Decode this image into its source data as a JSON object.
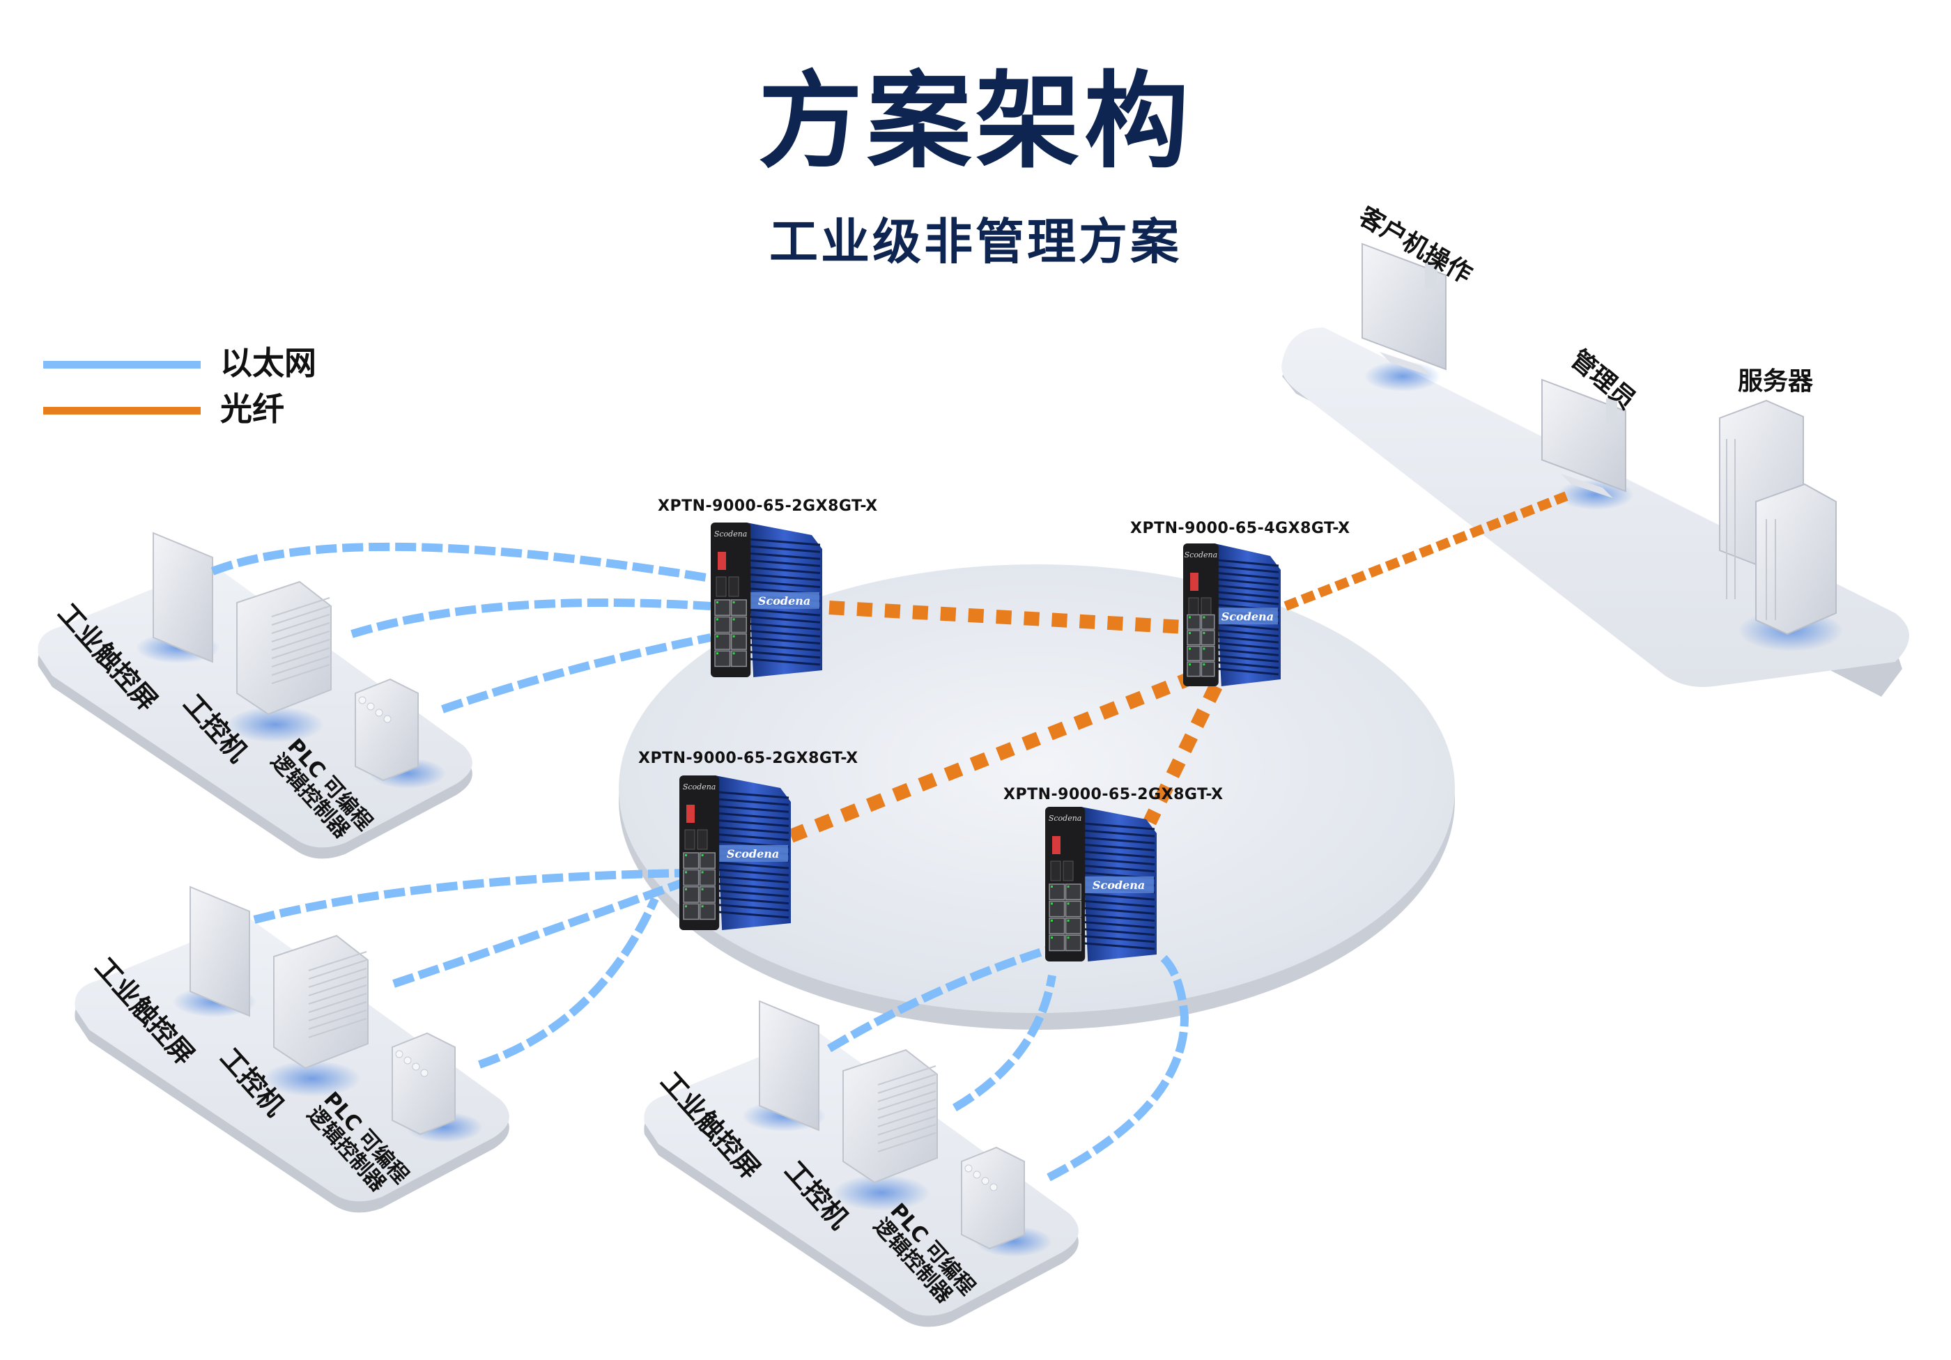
{
  "header": {
    "title": "方案架构",
    "subtitle": "工业级非管理方案"
  },
  "legend": {
    "items": [
      {
        "label": "以太网",
        "color": "#80bdfa",
        "type": "ethernet"
      },
      {
        "label": "光纤",
        "color": "#e87d1e",
        "type": "fiber"
      }
    ]
  },
  "colors": {
    "title": "#0d2550",
    "ethernet": "#80bdfa",
    "fiber": "#e87d1e",
    "switch_body": "#1f46a8",
    "switch_face": "#1c1c1e",
    "platform": "#e6eaf2"
  },
  "switches": [
    {
      "id": "sw1",
      "model": "XPTN-9000-65-2GX8GT-X",
      "brand": "Scodena"
    },
    {
      "id": "sw2",
      "model": "XPTN-9000-65-4GX8GT-X",
      "brand": "Scodena"
    },
    {
      "id": "sw3",
      "model": "XPTN-9000-65-2GX8GT-X",
      "brand": "Scodena"
    },
    {
      "id": "sw4",
      "model": "XPTN-9000-65-2GX8GT-X",
      "brand": "Scodena"
    }
  ],
  "field_sites": [
    {
      "id": "site1",
      "devices": [
        "工业触控屏",
        "工控机",
        "PLC 可编程",
        "逻辑控制器"
      ]
    },
    {
      "id": "site2",
      "devices": [
        "工业触控屏",
        "工控机",
        "PLC 可编程",
        "逻辑控制器"
      ]
    },
    {
      "id": "site3",
      "devices": [
        "工业触控屏",
        "工控机",
        "PLC 可编程",
        "逻辑控制器"
      ]
    }
  ],
  "management": {
    "items": [
      "客户机操作",
      "管理员",
      "服务器"
    ]
  }
}
